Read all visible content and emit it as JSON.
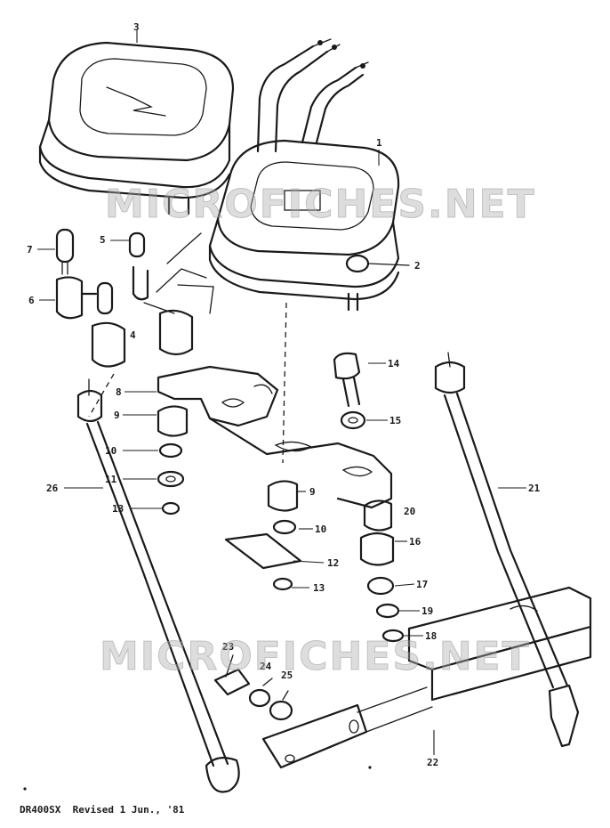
{
  "watermarks": [
    "MICROFICHES.NET",
    "MICROFICHES.NET"
  ],
  "footer": "DR400SX  Revised 1 Jun., '81",
  "callouts": [
    "1",
    "2",
    "3",
    "4",
    "5",
    "6",
    "7",
    "8",
    "9",
    "9",
    "10",
    "10",
    "11",
    "12",
    "13",
    "13",
    "14",
    "15",
    "16",
    "17",
    "18",
    "19",
    "20",
    "21",
    "22",
    "23",
    "24",
    "25",
    "26"
  ]
}
